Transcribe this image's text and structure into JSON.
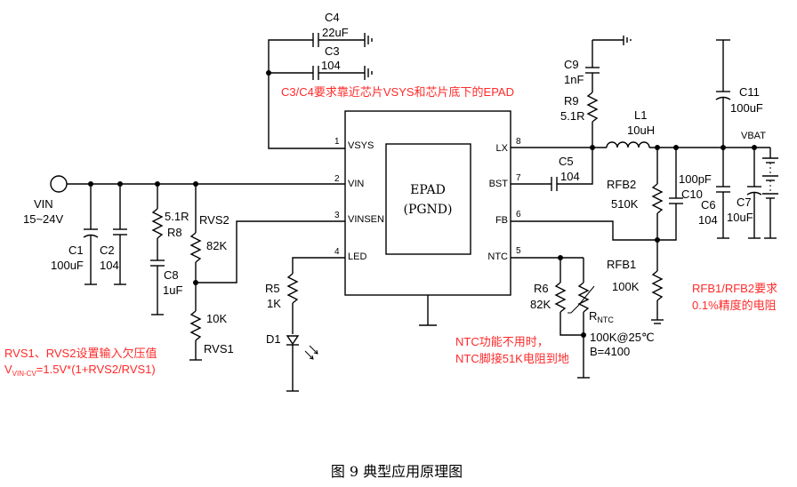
{
  "caption": "图 9  典型应用原理图",
  "ic": {
    "epad_line1": "EPAD",
    "epad_line2": "(PGND)",
    "pins_left": [
      {
        "num": "1",
        "name": "VSYS"
      },
      {
        "num": "2",
        "name": "VIN"
      },
      {
        "num": "3",
        "name": "VINSEN"
      },
      {
        "num": "4",
        "name": "LED"
      }
    ],
    "pins_right": [
      {
        "num": "8",
        "name": "LX"
      },
      {
        "num": "7",
        "name": "BST"
      },
      {
        "num": "6",
        "name": "FB"
      },
      {
        "num": "5",
        "name": "NTC"
      }
    ]
  },
  "components": {
    "c4": {
      "ref": "C4",
      "value": "22uF"
    },
    "c3": {
      "ref": "C3",
      "value": "104"
    },
    "vin": {
      "ref": "VIN",
      "value": "15~24V"
    },
    "c1": {
      "ref": "C1",
      "value": "100uF"
    },
    "c2": {
      "ref": "C2",
      "value": "104"
    },
    "r8": {
      "ref": "R8",
      "value": "5.1R"
    },
    "c8": {
      "ref": "C8",
      "value": "1uF"
    },
    "rvs2": {
      "ref": "RVS2",
      "value": "82K"
    },
    "rvs1": {
      "ref": "RVS1",
      "value": "10K"
    },
    "r5": {
      "ref": "R5",
      "value": "1K"
    },
    "d1": {
      "ref": "D1"
    },
    "c9": {
      "ref": "C9",
      "value": "1nF"
    },
    "r9": {
      "ref": "R9",
      "value": "5.1R"
    },
    "l1": {
      "ref": "L1",
      "value": "10uH"
    },
    "c5": {
      "ref": "C5",
      "value": "104"
    },
    "rfb2": {
      "ref": "RFB2",
      "value": "510K"
    },
    "c10": {
      "ref": "C10",
      "value": "100pF"
    },
    "c6": {
      "ref": "C6",
      "value": "104"
    },
    "c7": {
      "ref": "C7",
      "value": "10uF"
    },
    "c11": {
      "ref": "C11",
      "value": "100uF"
    },
    "vbat": {
      "ref": "VBAT"
    },
    "rfb1": {
      "ref": "RFB1",
      "value": "100K"
    },
    "r6": {
      "ref": "R6",
      "value": "82K"
    },
    "rntc": {
      "ref_main": "R",
      "ref_sub": "NTC",
      "value": "100K@25℃",
      "beta": "B=4100"
    }
  },
  "notes": {
    "c3c4": "C3/C4要求靠近芯片VSYS和芯片底下的EPAD",
    "rvs_line1": "RVS1、RVS2设置输入欠压值",
    "rvs_formula_v": "V",
    "rvs_formula_sub": "VIN-CV",
    "rvs_formula_rest": "=1.5V*(1+RVS2/RVS1)",
    "ntc_line1": "NTC功能不用时，",
    "ntc_line2": "NTC脚接51K电阻到地",
    "rfb_line1": "RFB1/RFB2要求",
    "rfb_line2": "0.1%精度的电阻"
  },
  "colors": {
    "annotation": "#ff2a2a",
    "wire": "#000000"
  }
}
